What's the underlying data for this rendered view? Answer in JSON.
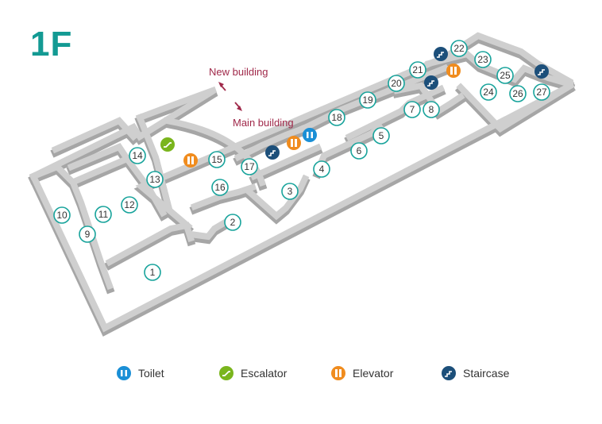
{
  "floor_title": "1F",
  "labels": {
    "new_building": "New building",
    "main_building": "Main building"
  },
  "rooms": [
    "1",
    "2",
    "3",
    "4",
    "5",
    "6",
    "7",
    "8",
    "9",
    "10",
    "11",
    "12",
    "13",
    "14",
    "15",
    "16",
    "17",
    "18",
    "19",
    "20",
    "21",
    "22",
    "23",
    "24",
    "25",
    "26",
    "27"
  ],
  "legend": {
    "toilet": "Toilet",
    "escalator": "Escalator",
    "elevator": "Elevator",
    "staircase": "Staircase"
  },
  "colors": {
    "accent": "#139a93",
    "room_ring": "#17a39b",
    "label": "#a0294a",
    "toilet": "#1a8fd6",
    "escalator": "#7ab51d",
    "elevator": "#f08c1e",
    "staircase": "#1c4f7a",
    "wall_top": "#cfcfcf",
    "wall_side": "#a9a9a9"
  },
  "icons": {
    "toilet": "toilet-icon",
    "escalator": "escalator-icon",
    "elevator": "elevator-icon",
    "staircase": "staircase-icon"
  }
}
